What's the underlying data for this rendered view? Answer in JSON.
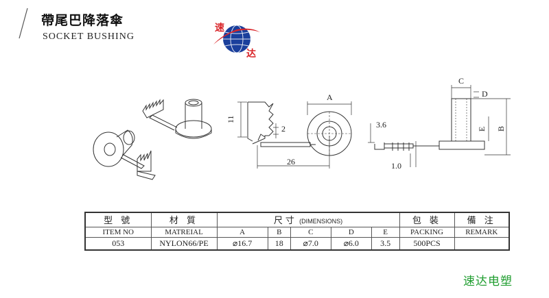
{
  "header": {
    "title_cn": "帶尾巴降落傘",
    "title_en": "SOCKET BUSHING"
  },
  "logo": {
    "char_top": "速",
    "char_bottom": "达",
    "colors": {
      "globe": "#1a3f9c",
      "ring": "#d9262a",
      "text": "#d9262a"
    }
  },
  "drawing": {
    "dim_labels": {
      "A": "A",
      "h11": "11",
      "two": "2",
      "twentysix": "26",
      "C": "C",
      "D": "D",
      "E": "E",
      "B": "B",
      "three_six": "3.6",
      "one_zero": "1.0"
    }
  },
  "table": {
    "headers": {
      "model_cn": "型 號",
      "model_en": "ITEM NO",
      "material_cn": "材 質",
      "material_en": "MATREIAL",
      "size_cn": "尺寸",
      "size_en": "(DIMENSIONS)",
      "packing_cn": "包 裝",
      "packing_en": "PACKING",
      "remark_cn": "備 注",
      "remark_en": "REMARK"
    },
    "dim_columns": [
      "A",
      "B",
      "C",
      "D",
      "E"
    ],
    "row": {
      "item_no": "053",
      "material": "NYLON66/PE",
      "A": "⌀16.7",
      "B": "18",
      "C": "⌀7.0",
      "D": "⌀6.0",
      "E": "3.5",
      "packing": "500PCS",
      "remark": ""
    }
  },
  "brand": "速达电塑"
}
